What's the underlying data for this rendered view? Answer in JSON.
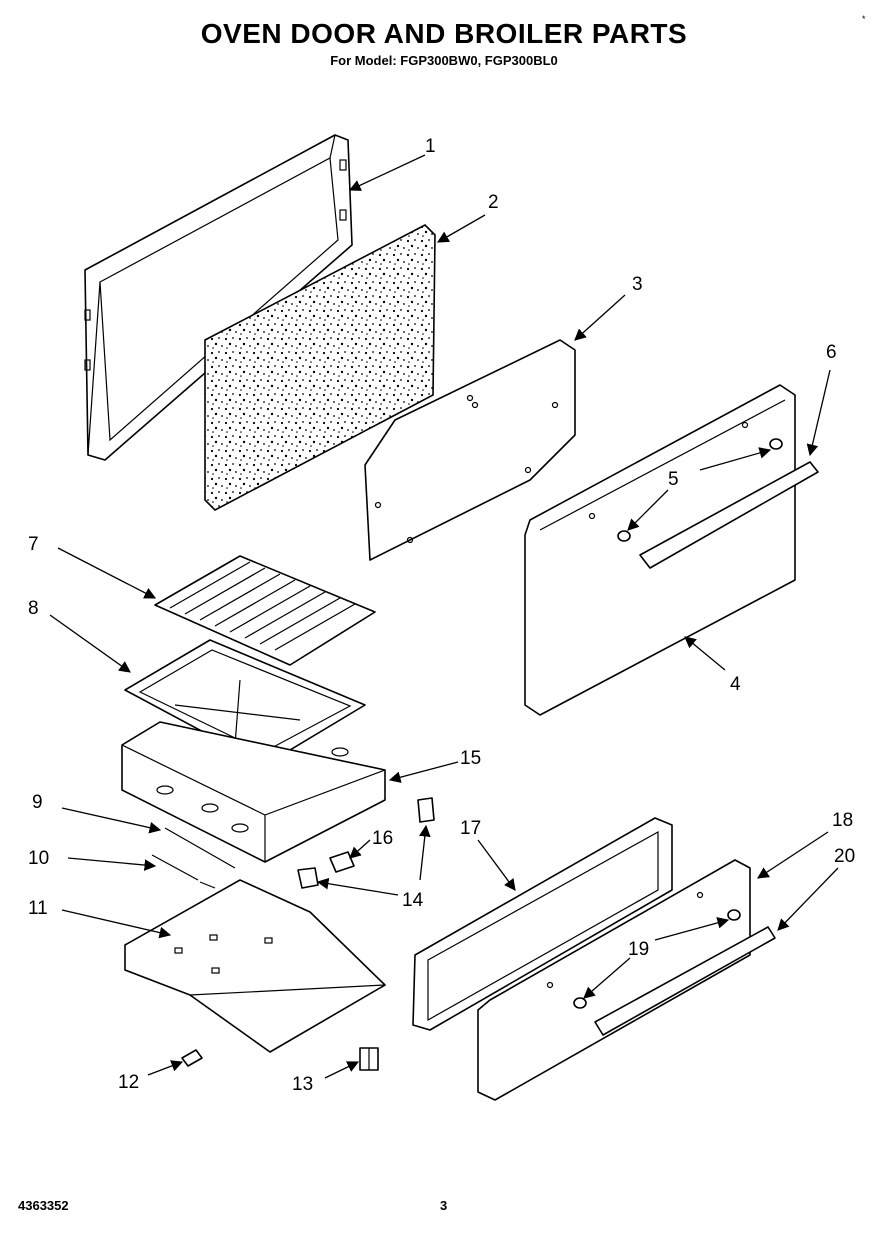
{
  "header": {
    "title": "OVEN DOOR AND BROILER PARTS",
    "subtitle": "For Model: FGP300BW0, FGP300BL0",
    "corner_mark": "*"
  },
  "footer": {
    "doc_number": "4363352",
    "page_number": "3"
  },
  "callouts": [
    "1",
    "2",
    "3",
    "4",
    "5",
    "6",
    "7",
    "8",
    "9",
    "10",
    "11",
    "12",
    "13",
    "14",
    "15",
    "16",
    "17",
    "18",
    "19",
    "20"
  ]
}
